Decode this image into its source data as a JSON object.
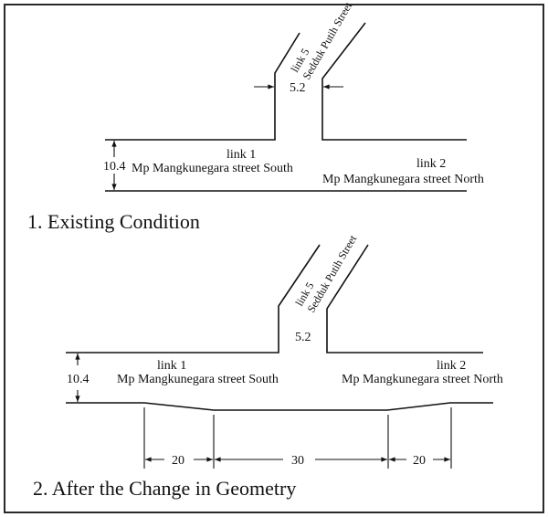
{
  "figure": {
    "sections": [
      {
        "title": "1. Existing Condition",
        "links": {
          "link1": {
            "name": "link 1",
            "street": "Mp Mangkunegara street South"
          },
          "link2": {
            "name": "link 2",
            "street": "Mp Mangkunegara street North"
          },
          "link5": {
            "name": "link 5",
            "street": "Sedduk Putih Street"
          }
        },
        "dimensions": {
          "main_road_width": "10.4",
          "side_road_width": "5.2"
        }
      },
      {
        "title": "2. After the Change in Geometry",
        "links": {
          "link1": {
            "name": "link 1",
            "street": "Mp Mangkunegara street South"
          },
          "link2": {
            "name": "link 2",
            "street": "Mp Mangkunegara street North"
          },
          "link5": {
            "name": "link 5",
            "street": "Sedduk Putih Street"
          }
        },
        "dimensions": {
          "main_road_width": "10.4",
          "side_road_width": "5.2",
          "taper_left": "20",
          "narrowed_section": "30",
          "taper_right": "20"
        }
      }
    ]
  }
}
